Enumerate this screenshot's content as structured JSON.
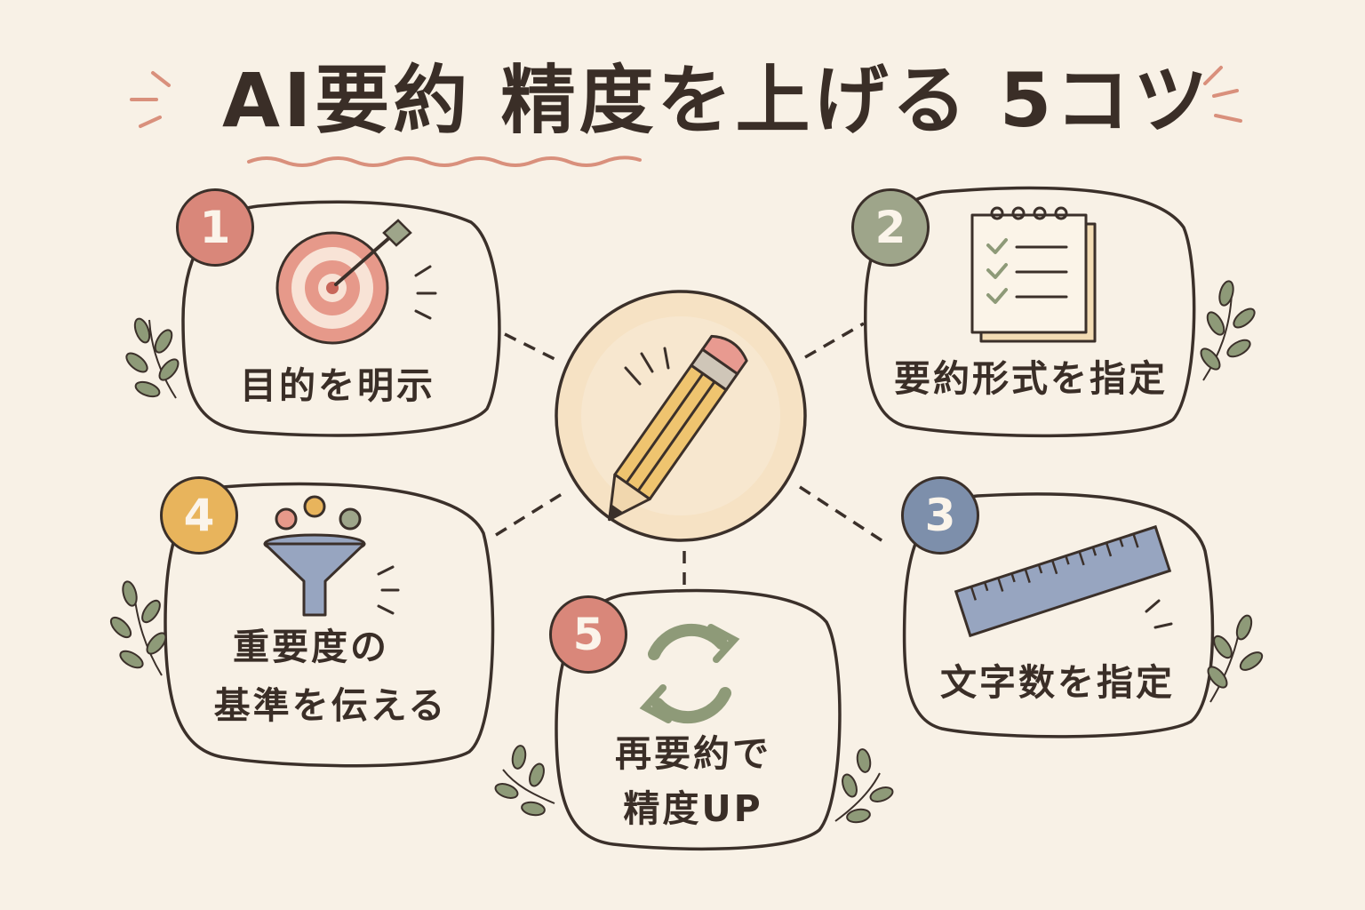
{
  "title": "AI要約 精度を上げる 5コツ",
  "center_icon": "pencil-icon",
  "colors": {
    "background": "#f8f1e6",
    "outline": "#3b302a",
    "step1": "#d9877a",
    "step2": "#9ea58a",
    "step3": "#7d8fab",
    "step4": "#e8b45c",
    "step5": "#d9877a",
    "leaf": "#8e9a78"
  },
  "tips": [
    {
      "number": "1",
      "label_lines": [
        "目的を明示"
      ],
      "icon": "target-icon"
    },
    {
      "number": "2",
      "label_lines": [
        "要約形式を指定"
      ],
      "icon": "checklist-notepad-icon"
    },
    {
      "number": "3",
      "label_lines": [
        "文字数を指定"
      ],
      "icon": "ruler-icon"
    },
    {
      "number": "4",
      "label_lines": [
        "重要度の",
        "基準を伝える"
      ],
      "icon": "funnel-icon"
    },
    {
      "number": "5",
      "label_lines": [
        "再要約で",
        "精度UP"
      ],
      "icon": "refresh-arrows-icon"
    }
  ]
}
